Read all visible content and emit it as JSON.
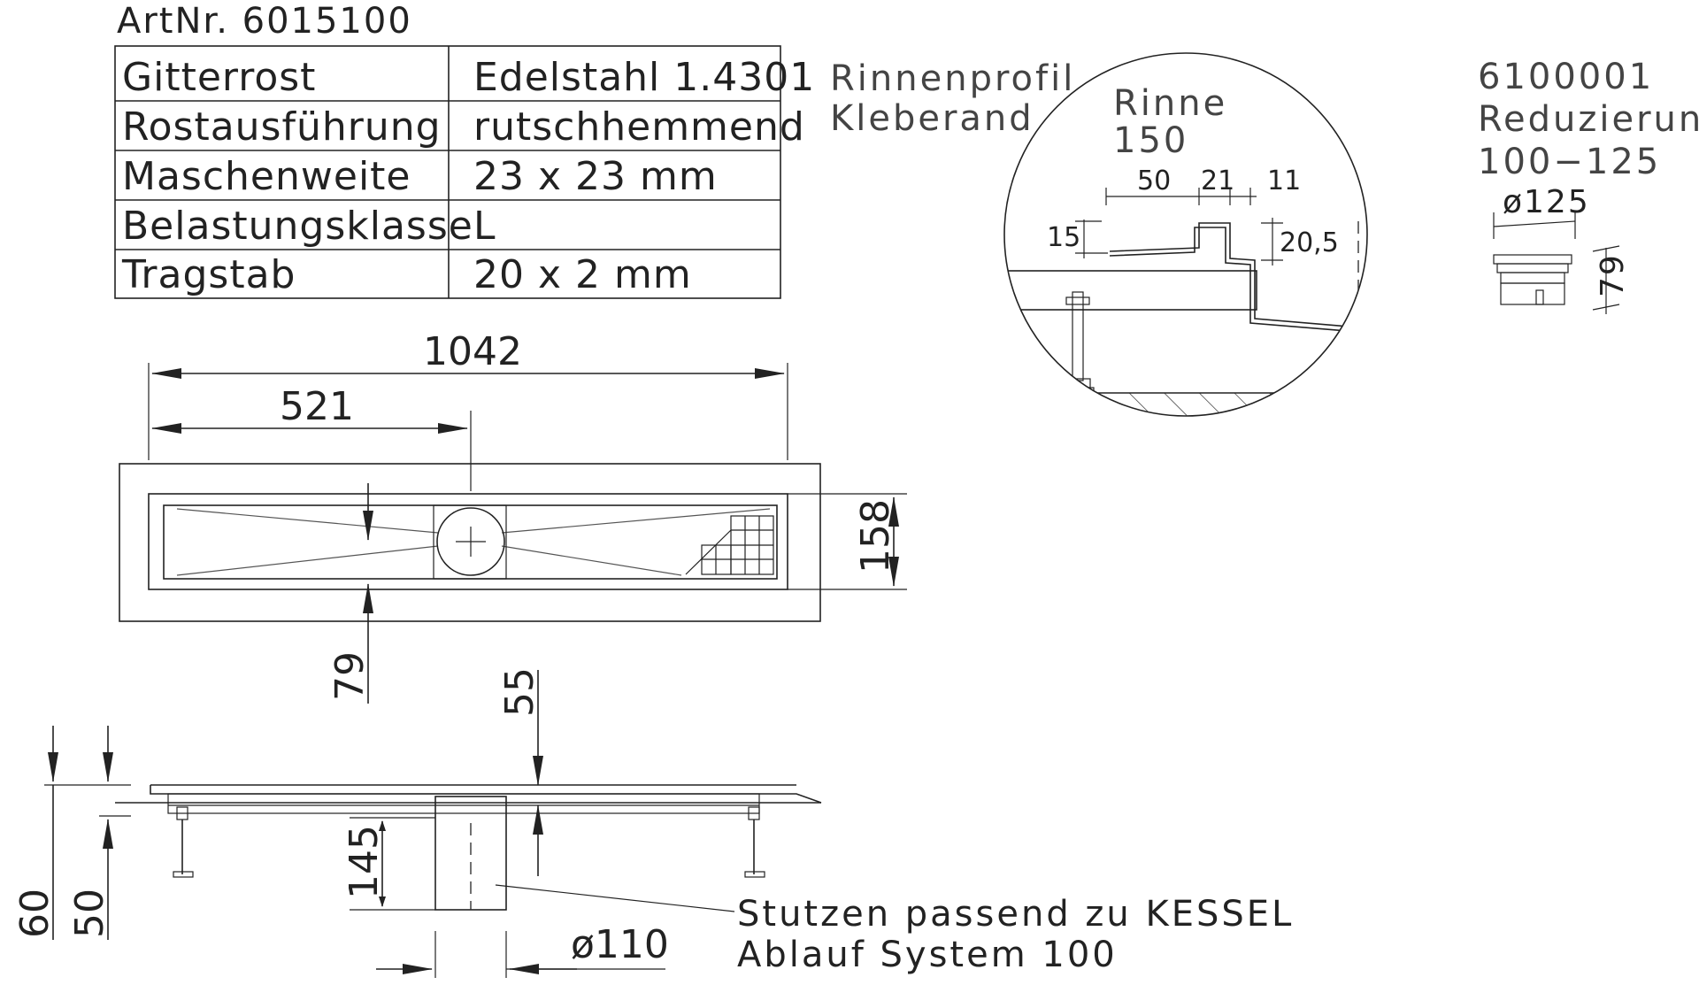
{
  "article": {
    "number_label": "ArtNr. 6015100"
  },
  "spec_table": {
    "rows": [
      {
        "property": "Gitterrost",
        "value": "Edelstahl 1.4301"
      },
      {
        "property": "Rostausführung",
        "value": "rutschhemmend"
      },
      {
        "property": "Maschenweite",
        "value": "23  x  23  mm"
      },
      {
        "property": "Belastungsklasse",
        "value": "L"
      },
      {
        "property": "Tragstab",
        "value": "20  x  2  mm"
      }
    ]
  },
  "profile_detail": {
    "label_line1": "Rinnenprofil",
    "label_line2": "Kleberand",
    "rinne_line1": "Rinne",
    "rinne_line2": "150",
    "dims": {
      "d50": "50",
      "d21": "21",
      "d11": "11",
      "d15": "15",
      "d20_5": "20,5"
    }
  },
  "reducer": {
    "number": "6100001",
    "name": "Reduzierung",
    "range": "100−125",
    "diameter": "ø125",
    "height": "79"
  },
  "top_view": {
    "dim_length": "1042",
    "dim_half": "521",
    "dim_width": "158",
    "dim_offset": "79"
  },
  "side_view": {
    "dim_55": "55",
    "dim_145": "145",
    "dim_60": "60",
    "dim_50": "50",
    "dim_dia": "ø110"
  },
  "note": {
    "line1": "Stutzen  passend  zu  KESSEL",
    "line2": "Ablauf  System  100"
  },
  "colors": {
    "line": "#222222",
    "background": "#ffffff"
  }
}
